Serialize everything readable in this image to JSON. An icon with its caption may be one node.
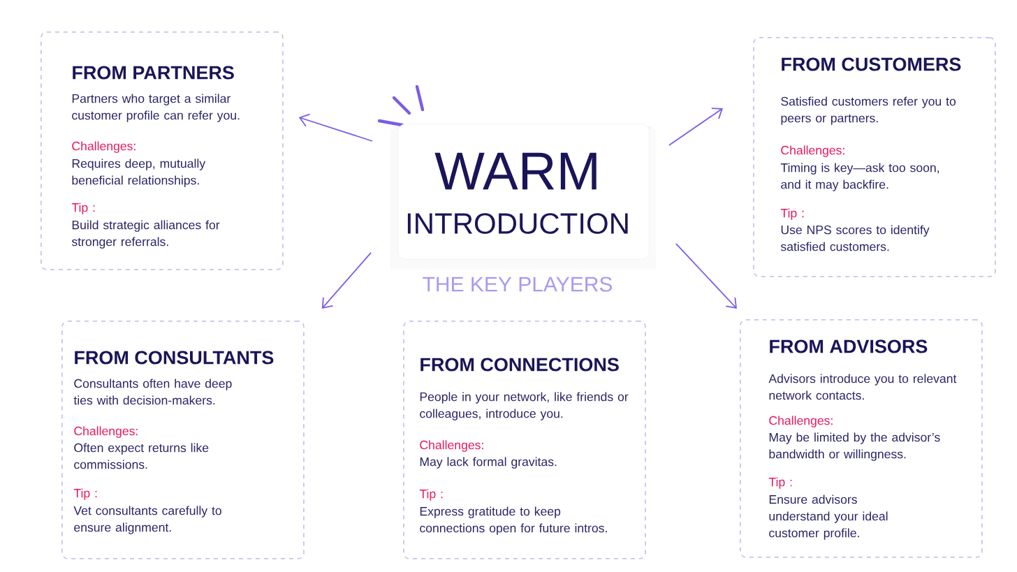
{
  "diagram": {
    "nodes": [
      {
        "text": [
          "FROM PARTNERS",
          "Partners who target a similar customer profile can refer you.",
          "Challenges:",
          "Requires deep, mutually beneficial relationships.",
          "Tip :",
          "Build strategic alliances for stronger referrals."
        ]
      },
      {
        "text": [
          "WARM",
          "INTRODUCTION"
        ],
        "beside": [
          "THE KEY PLAYERS"
        ]
      },
      {
        "text": [
          "FROM CUSTOMERS",
          "Satisfied customers refer you to peers or partners.",
          "Challenges:",
          "Timing is key—ask too soon, and it may backfire.",
          "Tip :",
          "Use NPS scores to identify satisfied customers."
        ]
      },
      {
        "text": [
          "FROM CONSULTANTS",
          "Consultants often have deep ties with decision-makers.",
          "Challenges:",
          "Often expect returns like commissions.",
          "Tip :",
          "Vet consultants carefully to ensure alignment."
        ]
      },
      {
        "text": [
          "FROM CONNECTIONS",
          "People in your network, like friends or colleagues, introduce you.",
          "Challenges:",
          "May lack formal gravitas.",
          "Tip :",
          "Express gratitude to keep connections open for future intros."
        ]
      },
      {
        "text": [
          "FROM ADVISORS",
          "Advisors introduce you to relevant network contacts.",
          "Challenges:",
          "May be limited by the advisor’s bandwidth or willingness.",
          "Tip :",
          "Ensure advisors understand your ideal customer profile."
        ]
      }
    ],
    "edges": [
      {
        "from": 1,
        "to": 0,
        "arrow": "to"
      },
      {
        "from": 1,
        "to": 2,
        "arrow": "to"
      },
      {
        "from": 1,
        "to": 3,
        "arrow": "to"
      },
      {
        "from": 1,
        "to": 5,
        "arrow": "to"
      }
    ]
  }
}
